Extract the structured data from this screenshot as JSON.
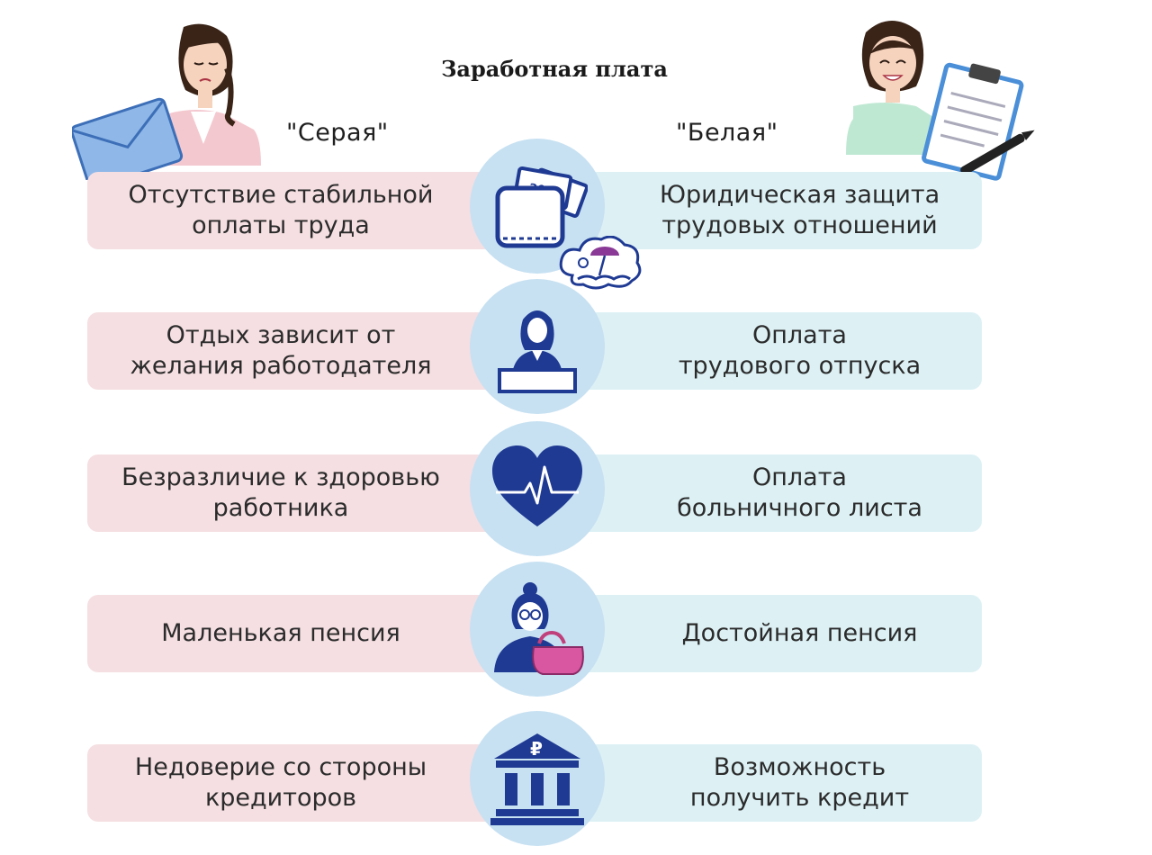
{
  "title": "Заработная плата",
  "left_heading": "\"Серая\"",
  "right_heading": "\"Белая\"",
  "rows": [
    {
      "left": "Отсутствие стабильной\nоплаты труда",
      "right": "Юридическая защита\nтрудовых отношений",
      "icon": "wallet-money-icon",
      "banknote": "200"
    },
    {
      "left": "Отдых зависит от\nжелания работодателя",
      "right": "Оплата\nтрудового отпуска",
      "icon": "office-worker-dreaming-icon"
    },
    {
      "left": "Безразличие к здоровью\nработника",
      "right": "Оплата\nбольничного листа",
      "icon": "heart-pulse-icon"
    },
    {
      "left": "Маленькая пенсия",
      "right": "Достойная пенсия",
      "icon": "pensioner-purse-icon"
    },
    {
      "left": "Недоверие со стороны\nкредиторов",
      "right": "Возможность\nполучить кредит",
      "icon": "bank-ruble-icon",
      "currency": "₽"
    }
  ],
  "colors": {
    "left_bar": "#f5dfe2",
    "right_bar": "#ddf1f5",
    "circle": "#c7e1f2",
    "icon": "#1f3a93"
  }
}
